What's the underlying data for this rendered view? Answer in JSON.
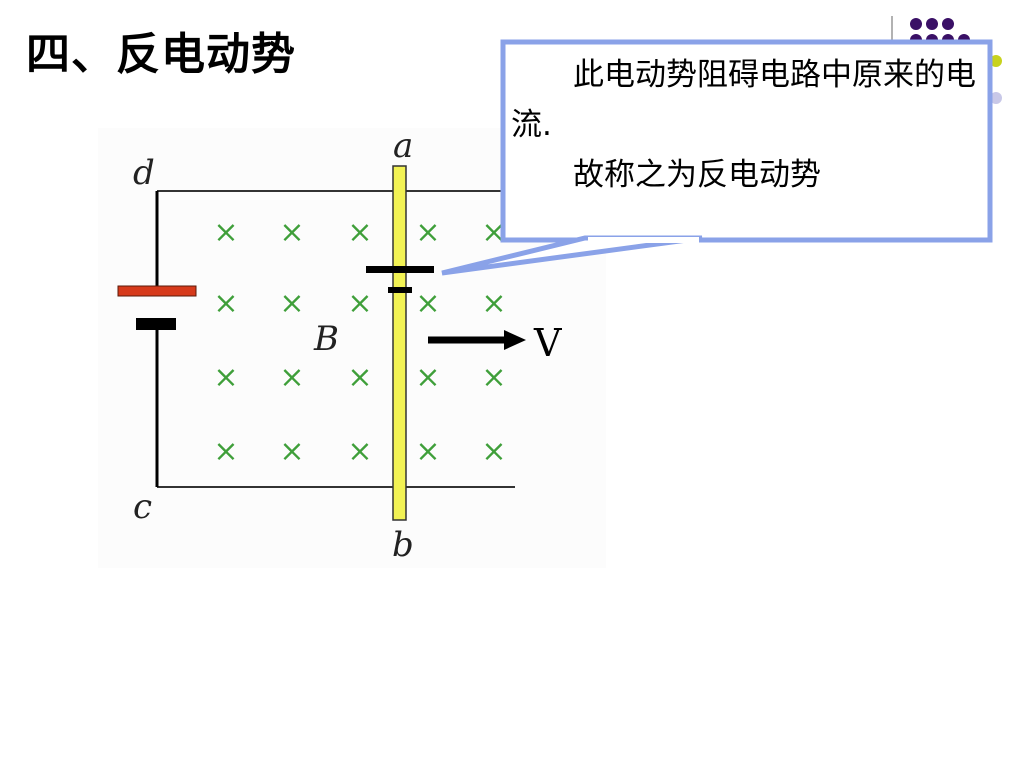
{
  "slide": {
    "title": "四、反电动势"
  },
  "diagram": {
    "labels": {
      "a": "a",
      "b": "b",
      "c": "c",
      "d": "d",
      "B": "B",
      "v": "V"
    },
    "field_symbol": "×",
    "colors": {
      "field_marks": "#3f9f3a",
      "rod": "#f2f254",
      "battery_positive": "#d63a1b",
      "wire": "#000000",
      "callout_border": "#8aa2e8",
      "deco_purple": "#3a1066",
      "deco_yellow": "#c8d21e",
      "deco_lavender": "#c8c8e8"
    }
  },
  "callout": {
    "line1": "此电动势阻碍电路中原来的电流.",
    "line2": "故称之为反电动势"
  }
}
